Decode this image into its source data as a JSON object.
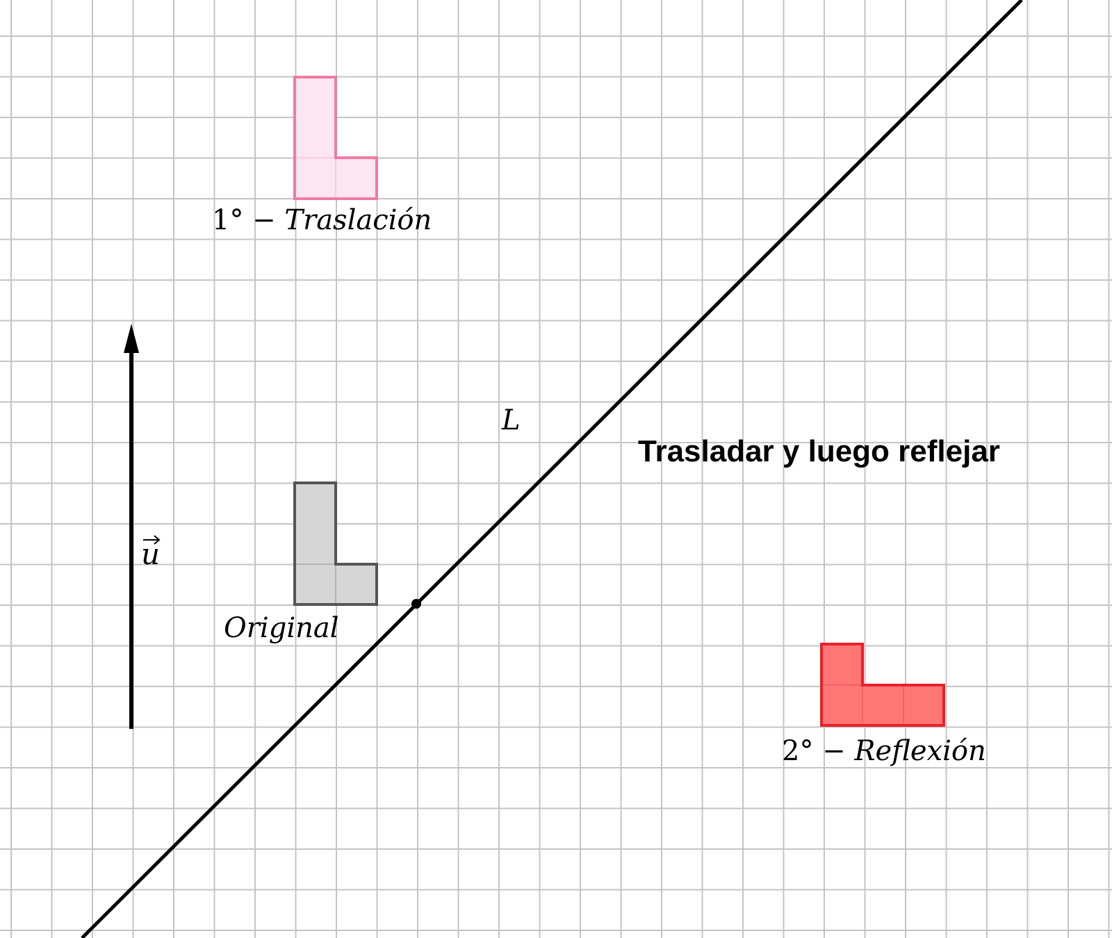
{
  "title": "Trasladar y luego reflejar",
  "labels": {
    "vector": "u",
    "line": "L",
    "original": "Original",
    "translation_prefix": "1° − ",
    "translation_word": "Traslación",
    "reflection_prefix": "2° − ",
    "reflection_word": "Reflexión"
  },
  "colors": {
    "grid": "#c4c4c4",
    "axis_black": "#000000",
    "original_fill": "#d6d6d6",
    "original_stroke": "#555555",
    "translation_fill": "#fce6ef",
    "translation_stroke": "#f07aa6",
    "reflection_fill": "#ff7676",
    "reflection_stroke": "#e8202a"
  },
  "icons": {
    "vector_arrow": "arrow-up-icon",
    "vector_hat": "vector-arrow-accent-icon"
  }
}
